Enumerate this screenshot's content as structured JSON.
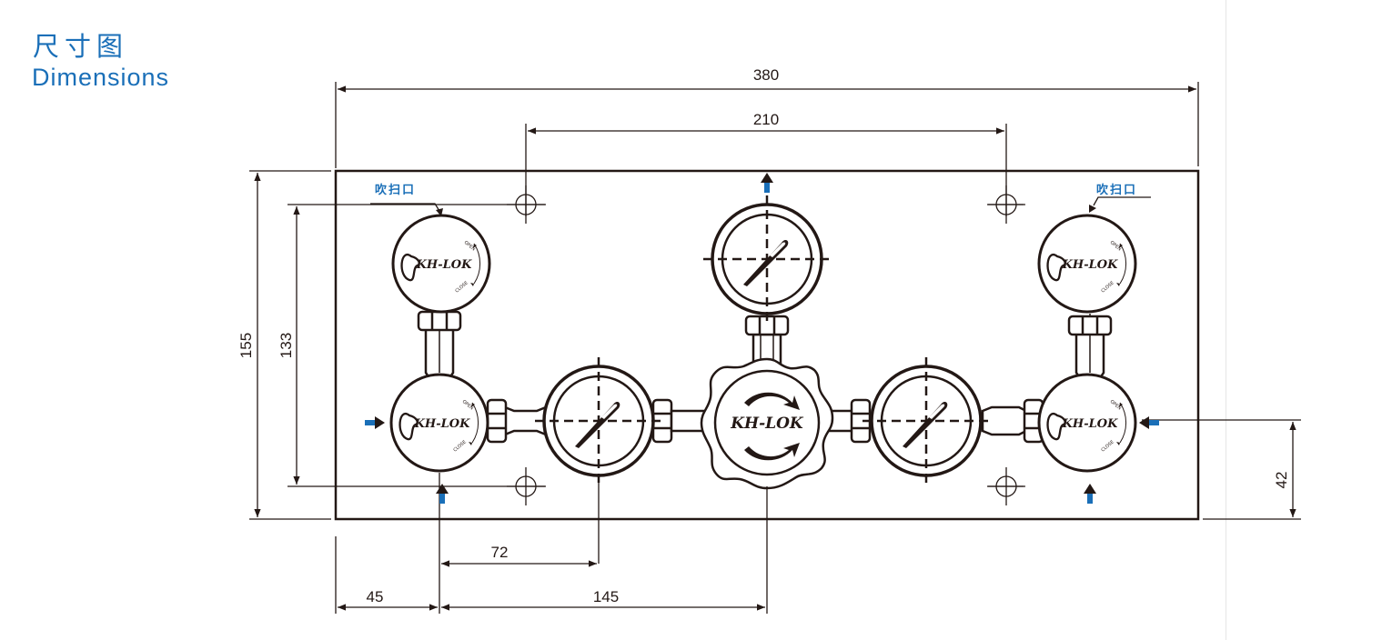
{
  "header": {
    "title_zh": "尺寸图",
    "title_en": "Dimensions"
  },
  "diagram": {
    "brand": "KH-LOK",
    "purge_port_label": "吹扫口",
    "valve_open_label": "OPEN",
    "valve_close_label": "CLOSE",
    "accent_color": "#1a6fb8",
    "line_color": "#231815",
    "dimensions": {
      "overall_width": "380",
      "mount_hole_spacing_horizontal": "210",
      "overall_height": "155",
      "mount_hole_spacing_vertical": "133",
      "inlet_height": "42",
      "left_offset": "45",
      "gauge_offset": "72",
      "regulator_offset": "145"
    }
  }
}
